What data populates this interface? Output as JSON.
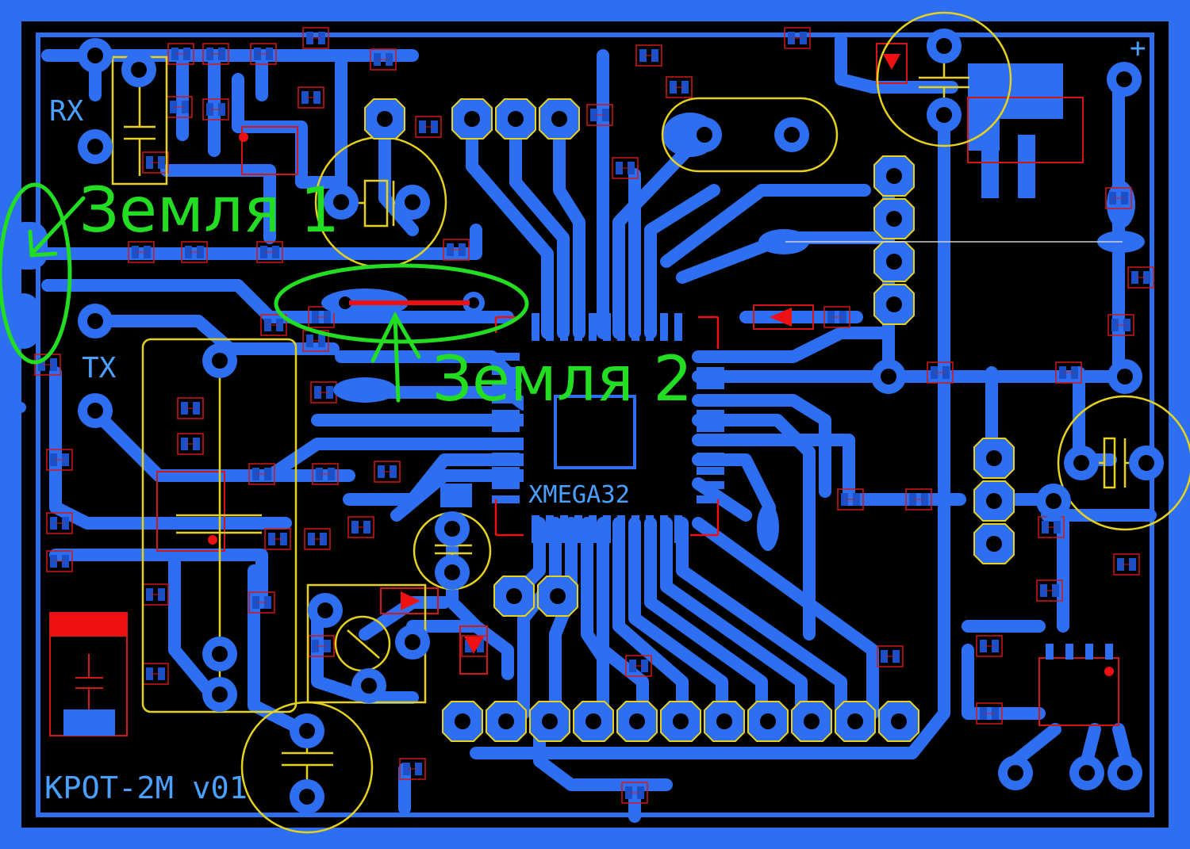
{
  "board": {
    "name": "KPOT-2M v01",
    "chip_label": "XMEGA32",
    "labels": {
      "rx": "RX",
      "tx": "TX",
      "plus": "+"
    }
  },
  "annotations": {
    "ground_1": "Земля 1",
    "ground_2": "Земля 2"
  },
  "colors": {
    "background": "#000000",
    "copper": "#2d6ff0",
    "silkscreen": "#e6d21e",
    "component_outline": "#d01818",
    "annotation": "#22dd22",
    "highlight_trace": "#ee1111"
  }
}
